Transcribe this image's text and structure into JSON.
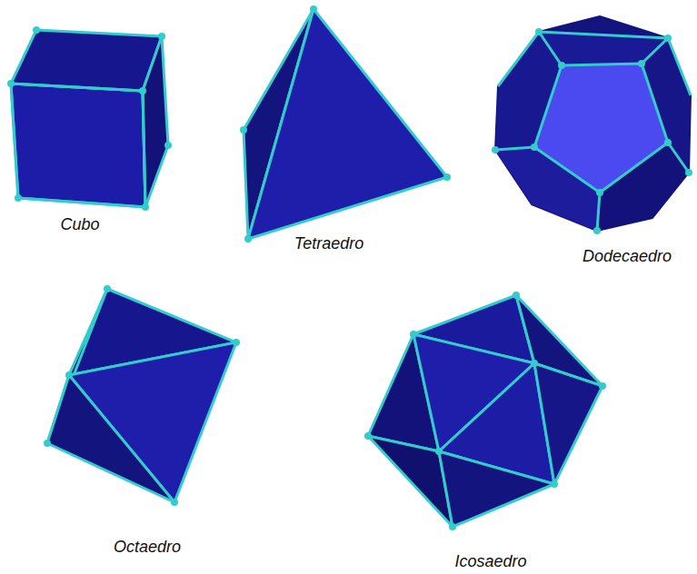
{
  "diagram": {
    "labels": [
      "Cubo",
      "Tetraedro",
      "Dodecaedro",
      "Octaedro",
      "Icosaedro"
    ]
  }
}
